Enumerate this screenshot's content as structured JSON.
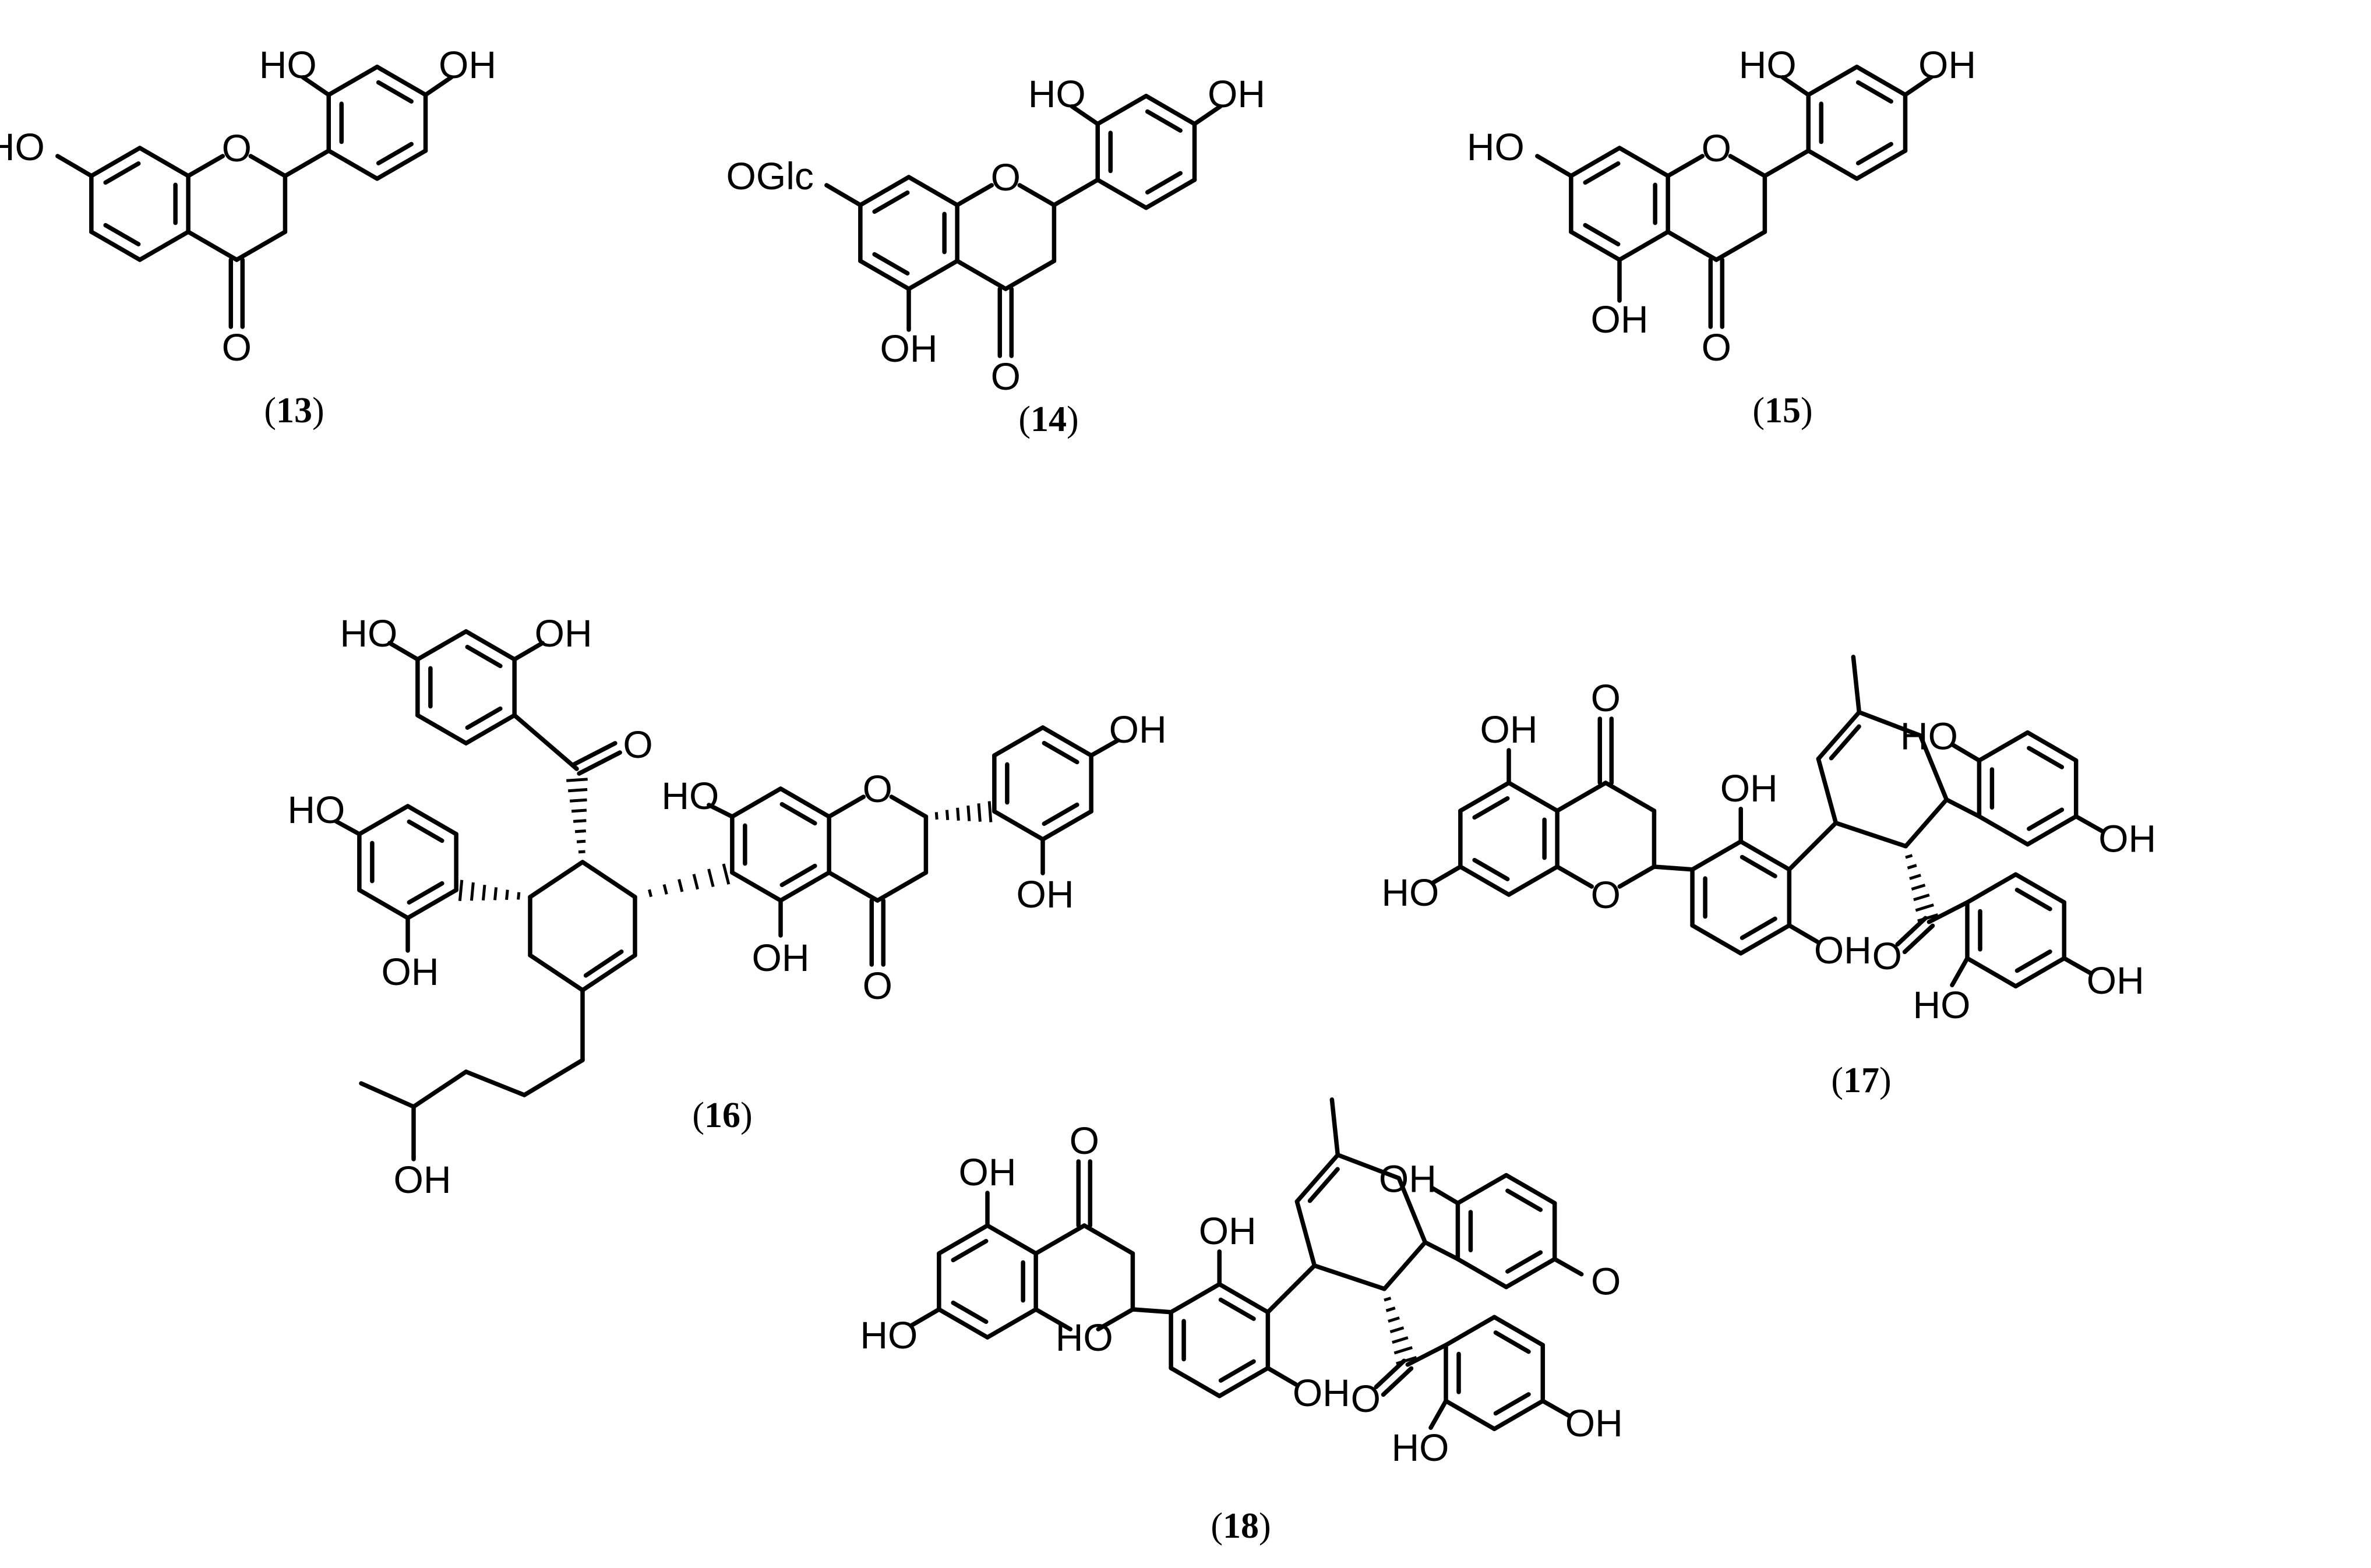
{
  "figure": {
    "background": "#ffffff",
    "stroke_color": "#000000"
  },
  "compounds": [
    {
      "id": "13",
      "atom_labels": [
        "HO",
        "OH",
        "HO",
        "O",
        "O"
      ]
    },
    {
      "id": "14",
      "atom_labels": [
        "HO",
        "OH",
        "OGlc",
        "O",
        "OH",
        "O"
      ]
    },
    {
      "id": "15",
      "atom_labels": [
        "HO",
        "OH",
        "HO",
        "O",
        "OH",
        "O"
      ]
    },
    {
      "id": "16",
      "atom_labels": [
        "HO",
        "OH",
        "O",
        "HO",
        "HO",
        "O",
        "OH",
        "OH",
        "OH",
        "OH",
        "O",
        "OH"
      ]
    },
    {
      "id": "17",
      "atom_labels": [
        "OH",
        "O",
        "HO",
        "OH",
        "HO",
        "O",
        "OH",
        "OH",
        "O",
        "HO",
        "OH"
      ]
    },
    {
      "id": "18",
      "atom_labels": [
        "OH",
        "O",
        "HO",
        "OH",
        "OH",
        "HO",
        "O",
        "OH",
        "O",
        "HO",
        "OH"
      ]
    }
  ]
}
